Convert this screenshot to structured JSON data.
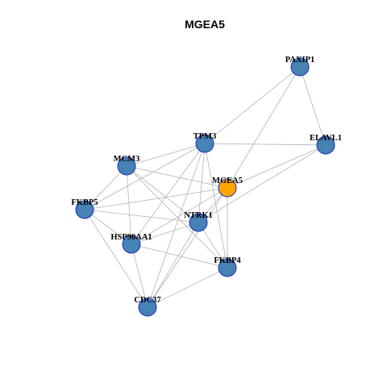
{
  "title": "MGEA5",
  "colors": {
    "node_default": "#4682b4",
    "node_highlight": "#ffa500",
    "node_border": "#1f2fbf",
    "edge": "#b3b3b3",
    "label": "#000000"
  },
  "nodes": [
    {
      "id": "PAXIP1",
      "label": "PAXIP1",
      "highlight": false
    },
    {
      "id": "TPM3",
      "label": "TPM3",
      "highlight": false
    },
    {
      "id": "ELAVL1",
      "label": "ELAVL1",
      "highlight": false
    },
    {
      "id": "MCM3",
      "label": "MCM3",
      "highlight": false
    },
    {
      "id": "MGEA5",
      "label": "MGEA5",
      "highlight": true
    },
    {
      "id": "FKBP5",
      "label": "FKBP5",
      "highlight": false
    },
    {
      "id": "NTRK1",
      "label": "NTRK1",
      "highlight": false
    },
    {
      "id": "HSP90AA1",
      "label": "HSP90AA1",
      "highlight": false
    },
    {
      "id": "FKBP4",
      "label": "FKBP4",
      "highlight": false
    },
    {
      "id": "CDC37",
      "label": "CDC37",
      "highlight": false
    }
  ],
  "edges": [
    [
      "PAXIP1",
      "TPM3"
    ],
    [
      "PAXIP1",
      "ELAVL1"
    ],
    [
      "PAXIP1",
      "MGEA5"
    ],
    [
      "TPM3",
      "ELAVL1"
    ],
    [
      "TPM3",
      "MCM3"
    ],
    [
      "TPM3",
      "FKBP5"
    ],
    [
      "TPM3",
      "NTRK1"
    ],
    [
      "TPM3",
      "HSP90AA1"
    ],
    [
      "TPM3",
      "FKBP4"
    ],
    [
      "TPM3",
      "CDC37"
    ],
    [
      "MCM3",
      "MGEA5"
    ],
    [
      "MCM3",
      "NTRK1"
    ],
    [
      "MCM3",
      "HSP90AA1"
    ],
    [
      "MCM3",
      "FKBP4"
    ],
    [
      "MCM3",
      "FKBP5"
    ],
    [
      "ELAVL1",
      "MGEA5"
    ],
    [
      "ELAVL1",
      "NTRK1"
    ],
    [
      "MGEA5",
      "FKBP5"
    ],
    [
      "MGEA5",
      "NTRK1"
    ],
    [
      "MGEA5",
      "FKBP4"
    ],
    [
      "MGEA5",
      "CDC37"
    ],
    [
      "MGEA5",
      "HSP90AA1"
    ],
    [
      "FKBP5",
      "NTRK1"
    ],
    [
      "FKBP5",
      "HSP90AA1"
    ],
    [
      "FKBP5",
      "CDC37"
    ],
    [
      "NTRK1",
      "HSP90AA1"
    ],
    [
      "NTRK1",
      "FKBP4"
    ],
    [
      "NTRK1",
      "CDC37"
    ],
    [
      "HSP90AA1",
      "FKBP4"
    ],
    [
      "HSP90AA1",
      "CDC37"
    ],
    [
      "FKBP4",
      "CDC37"
    ]
  ]
}
